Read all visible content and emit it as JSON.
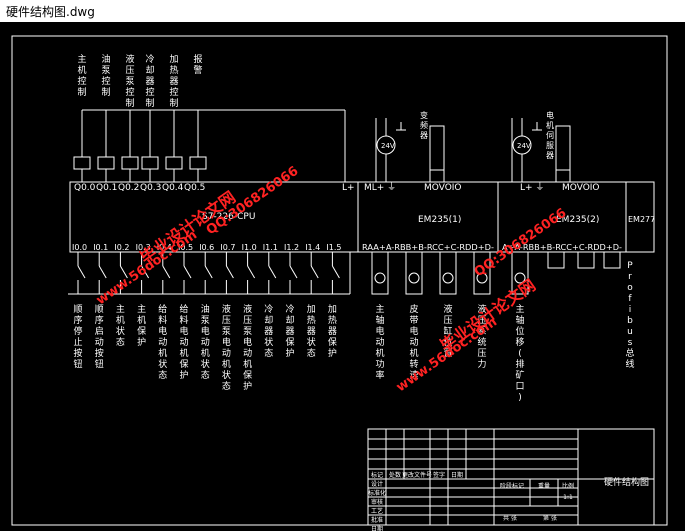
{
  "window": {
    "title": "硬件结构图.dwg"
  },
  "colors": {
    "line": "#ffffff",
    "background": "#000000",
    "watermark": "#ff2222"
  },
  "top_labels": [
    "主机控制",
    "油泵控制",
    "液压泵控制",
    "冷却器控制",
    "加热器控制",
    "报警"
  ],
  "cpu": {
    "outputs": [
      "Q0.0",
      "Q0.1",
      "Q0.2",
      "Q0.3",
      "Q0.4",
      "Q0.5"
    ],
    "lplus": "L+",
    "name": "S7-226-CPU",
    "inputs": [
      "I0.0",
      "I0.1",
      "I0.2",
      "I0.3",
      "I0.4",
      "I0.5",
      "I0.6",
      "I0.7",
      "I1.0",
      "I1.1",
      "I1.2",
      "I1.4",
      "I1.5"
    ]
  },
  "input_labels": [
    "顺序停止按钮",
    "顺序启动按钮",
    "主机状态",
    "主机保护",
    "给料电动机状态",
    "给料电动机保护",
    "油泵电动机状态",
    "液压泵电动机状态",
    "液压泵电动机保护",
    "冷却器状态",
    "冷却器保护",
    "加热器状态",
    "加热器保护"
  ],
  "em1": {
    "top": "ML+  ⏚",
    "movoio": "MOVOIO",
    "name": "EM235(1)",
    "bottom": "RAA+A-RBB+B-RCC+C-RDD+D-"
  },
  "em2": {
    "top": "L+  ⏚",
    "movoio": "MOVOIO",
    "name": "EM235(2)",
    "bottom": "A+A-RBB+B-RCC+C-RDD+D-"
  },
  "em277": {
    "name": "EM277",
    "profibus": "Profibus总线"
  },
  "supply": {
    "v1": "24V",
    "v2": "24V"
  },
  "em_top_labels": [
    "变频器",
    "电机伺服器"
  ],
  "em_bottom_labels": [
    "主轴电动机功率",
    "皮带电动机转速",
    "液压缸位置",
    "液压系统压力",
    "主轴位移(排矿口)"
  ],
  "title_block": {
    "title": "硬件结构图",
    "left_row": [
      "标记",
      "处数",
      "更改文件号",
      "签字",
      "日期"
    ],
    "left_cells": [
      "设计",
      "标准化",
      "审核",
      "工艺",
      "批准",
      "日期"
    ],
    "mid_cells": [
      "阶段标记",
      "重量",
      "比例",
      "1:1",
      "共 张",
      "第 张"
    ]
  },
  "watermarks": [
    "毕业设计论文网",
    "www.56doc.com",
    "QQ:306826066"
  ]
}
